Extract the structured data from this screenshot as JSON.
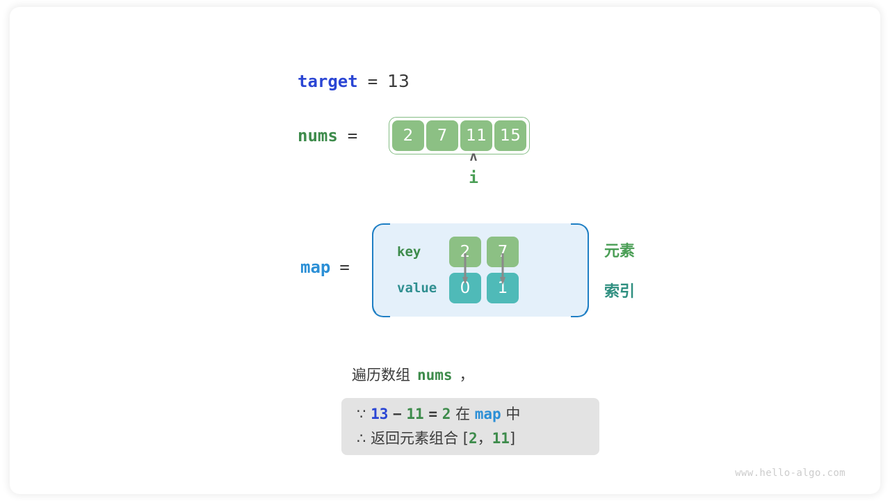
{
  "diagram": {
    "target": {
      "name": "target",
      "eq": "=",
      "value": "13"
    },
    "nums": {
      "name": "nums",
      "eq": "=",
      "cells": [
        "2",
        "7",
        "11",
        "15"
      ],
      "pointer": {
        "caret": "ʌ",
        "label": "i",
        "index": 2
      }
    },
    "map": {
      "name": "map",
      "eq": "=",
      "key_label": "key",
      "value_label": "value",
      "keys": [
        "2",
        "7"
      ],
      "values": [
        "0",
        "1"
      ],
      "legend": {
        "element": "元素",
        "index": "索引"
      }
    },
    "note": {
      "prefix": "遍历数组",
      "var": "nums",
      "suffix": "，"
    },
    "conclusion": {
      "line1": {
        "symbol": "∵",
        "a": "13",
        "minus": "−",
        "b": "11",
        "eq": "=",
        "c": "2",
        "mid": "在",
        "map": "map",
        "tail": "中"
      },
      "line2": {
        "symbol": "∴",
        "text": "返回元素组合",
        "open": "[",
        "a": "2",
        "comma": "，",
        "b": "11",
        "close": "]"
      }
    },
    "watermark": "www.hello-algo.com",
    "colors": {
      "target_blue": "#2b46d4",
      "map_blue": "#2b8fd6",
      "nums_green": "#3d8b4b",
      "cell_green": "#8cc084",
      "cell_teal": "#4fbab8",
      "map_box_bg": "#e4f0fa",
      "map_box_border": "#1f7fc4",
      "conclusion_bg": "#e3e3e3",
      "arrow_gray": "#8a8a8a"
    }
  }
}
